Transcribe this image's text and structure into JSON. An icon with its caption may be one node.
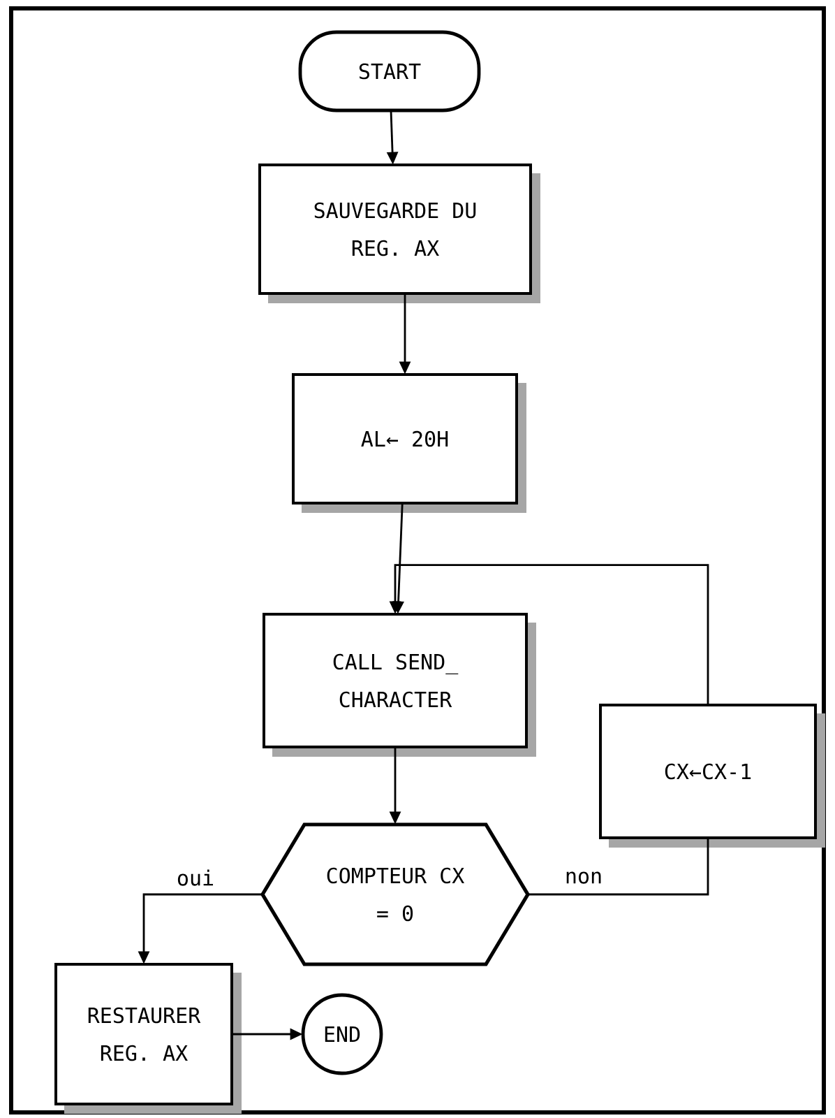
{
  "diagram": {
    "nodes": [
      {
        "text": [
          "START"
        ]
      },
      {
        "text": [
          "SAUVEGARDE DU REG. AX"
        ]
      },
      {
        "text": [
          "AL← 20H"
        ]
      },
      {
        "text": [
          "CALL SEND_ CHARACTER"
        ]
      },
      {
        "text": [
          "COMPTEUR CX = 0"
        ]
      },
      {
        "text": [
          "CX←CX-1"
        ]
      },
      {
        "text": [
          "RESTAURER REG. AX"
        ]
      },
      {
        "text": [
          "END"
        ]
      }
    ],
    "edges": [
      {
        "from": 0,
        "to": 1,
        "arrow": "to"
      },
      {
        "from": 1,
        "to": 2,
        "arrow": "to"
      },
      {
        "from": 2,
        "to": 3,
        "arrow": "to"
      },
      {
        "from": 3,
        "to": 4,
        "arrow": "to"
      },
      {
        "from": 4,
        "to": 6,
        "arrow": "to",
        "label": "oui"
      },
      {
        "from": 4,
        "to": 5,
        "arrow": "none",
        "label": "non"
      },
      {
        "from": 5,
        "to": 3,
        "arrow": "to"
      },
      {
        "from": 6,
        "to": 7,
        "arrow": "to"
      }
    ]
  }
}
